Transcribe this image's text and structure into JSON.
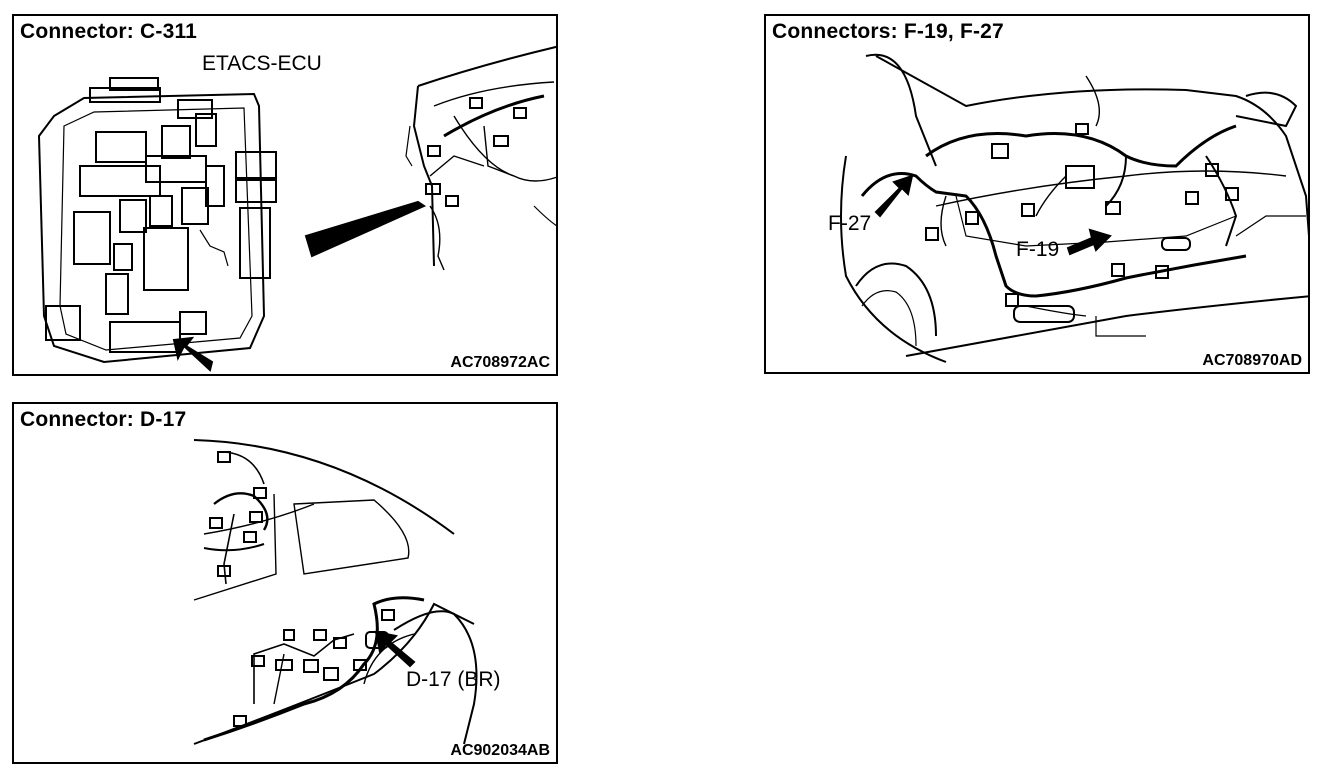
{
  "panels": {
    "c311": {
      "title": "Connector: C-311",
      "part_label": "ETACS-ECU",
      "code": "AC708972AC"
    },
    "f19f27": {
      "title": "Connectors: F-19, F-27",
      "label_f27": "F-27",
      "label_f19": "F-19",
      "code": "AC708970AD"
    },
    "d17": {
      "title": "Connector: D-17",
      "label_d17": "D-17 (BR)",
      "code": "AC902034AB"
    }
  }
}
